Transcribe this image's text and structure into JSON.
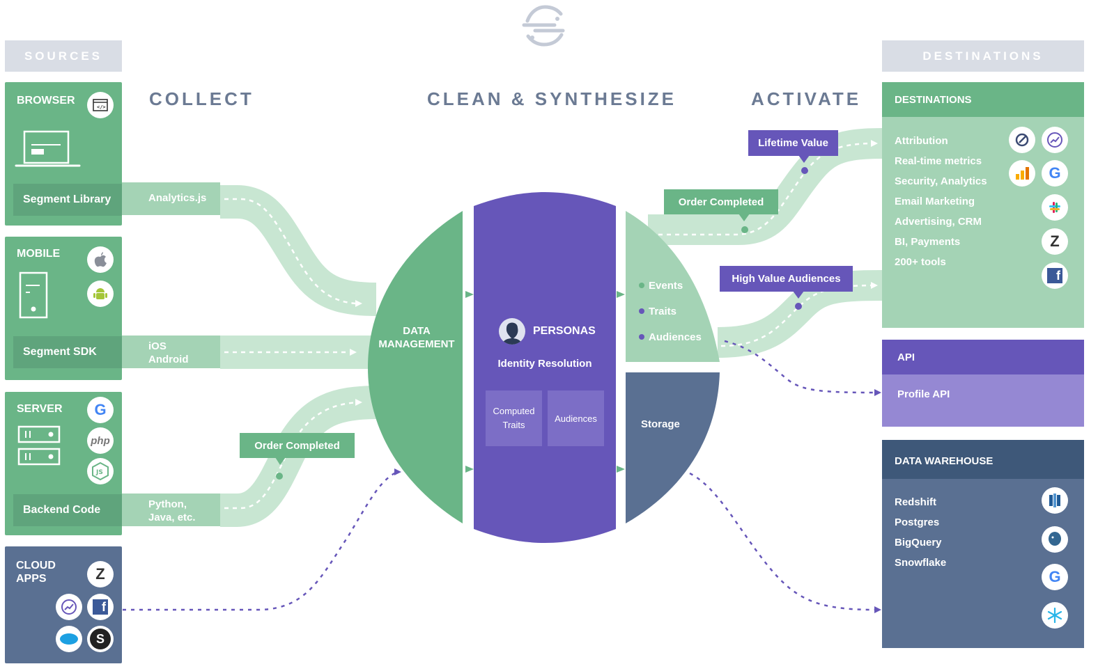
{
  "headers": {
    "sources": "SOURCES",
    "destinations": "DESTINATIONS",
    "collect": "COLLECT",
    "clean": "CLEAN & SYNTHESIZE",
    "activate": "ACTIVATE"
  },
  "sources": {
    "browser": {
      "title": "BROWSER",
      "library": "Segment Library",
      "pipe_label": "Analytics.js"
    },
    "mobile": {
      "title": "MOBILE",
      "library": "Segment SDK",
      "pipe_label_1": "iOS",
      "pipe_label_2": "Android"
    },
    "server": {
      "title": "SERVER",
      "library": "Backend Code",
      "pipe_label_1": "Python,",
      "pipe_label_2": "Java, etc."
    },
    "cloud": {
      "title_1": "CLOUD",
      "title_2": "APPS"
    }
  },
  "center": {
    "data_management_1": "DATA",
    "data_management_2": "MANAGEMENT",
    "personas": "PERSONAS",
    "identity": "Identity Resolution",
    "computed_1": "Computed",
    "computed_2": "Traits",
    "audiences": "Audiences",
    "events": "Events",
    "traits": "Traits",
    "audiences_item": "Audiences",
    "storage": "Storage"
  },
  "tags": {
    "order_completed_left": "Order Completed",
    "order_completed_right": "Order Completed",
    "lifetime_value": "Lifetime Value",
    "high_value": "High Value Audiences"
  },
  "destinations": {
    "title": "DESTINATIONS",
    "items": [
      "Attribution",
      "Real-time metrics",
      "Security, Analytics",
      "Email Marketing",
      "Advertising, CRM",
      "BI, Payments",
      "200+ tools"
    ]
  },
  "api": {
    "title": "API",
    "item": "Profile API"
  },
  "warehouse": {
    "title": "DATA WAREHOUSE",
    "items": [
      "Redshift",
      "Postgres",
      "BigQuery",
      "Snowflake"
    ]
  },
  "colors": {
    "green": "#6ab587",
    "green_light": "#a4d3b5",
    "purple": "#6656b9",
    "purple_light": "#9588d3",
    "navy": "#5a7092",
    "navy_dark": "#3e5879",
    "gray_tab": "#d9dde5"
  },
  "icons": {
    "g": "G",
    "php": "php",
    "js": "JS",
    "s": "S",
    "z": "Z",
    "f": "f"
  }
}
